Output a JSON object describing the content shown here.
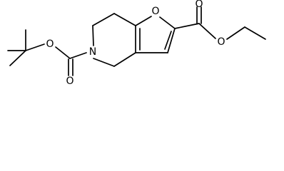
{
  "structure": {
    "atoms": {
      "ring_oxygen": "O",
      "carbamate_carbonyl_oxygen": "O",
      "carbamate_ester_oxygen": "O",
      "nitrogen": "N",
      "ester_carbonyl_oxygen": "O",
      "ester_alkoxy_oxygen": "O"
    }
  }
}
